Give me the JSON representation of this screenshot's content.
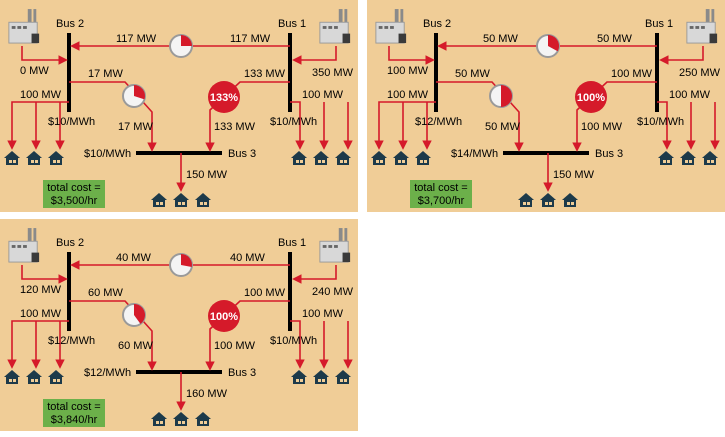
{
  "colors": {
    "panel": "#f0cd97",
    "line": "#d51a2a",
    "bus": "#000000",
    "cost_box": "#6cb04a",
    "meter_fill": "#d51a2a",
    "meter_ring": "#9a9a9a"
  },
  "icons": [
    "power-plant-icon",
    "house-icon",
    "meter-icon",
    "arrow-icon"
  ],
  "panels": [
    {
      "bus1": "Bus 1",
      "bus2": "Bus 2",
      "bus3": "Bus 3",
      "price1": "$10/MWh",
      "price2": "$10/MWh",
      "price3": "$10/MWh",
      "flow_21": "117 MW",
      "flow_12": "117 MW",
      "gen2": "0 MW",
      "gen1": "350 MW",
      "load2": "100 MW",
      "load1": "100 MW",
      "load3": "150 MW",
      "line23_top": "17 MW",
      "line23_bot": "17 MW",
      "line13_top": "133 MW",
      "line13_bot": "133 MW",
      "meter_label": "133%",
      "meter12_fill": 0.25,
      "meter23_fill": 0.3,
      "cost_l1": "total cost =",
      "cost_l2": "$3,500/hr"
    },
    {
      "bus1": "Bus 1",
      "bus2": "Bus 2",
      "bus3": "Bus 3",
      "price1": "$10/MWh",
      "price2": "$12/MWh",
      "price3": "$14/MWh",
      "flow_21": "50 MW",
      "flow_12": "50 MW",
      "gen2": "100 MW",
      "gen1": "250 MW",
      "load2": "100 MW",
      "load1": "100 MW",
      "load3": "150 MW",
      "line23_top": "50 MW",
      "line23_bot": "50 MW",
      "line13_top": "100 MW",
      "line13_bot": "100 MW",
      "meter_label": "100%",
      "meter12_fill": 0.33,
      "meter23_fill": 0.5,
      "cost_l1": "total cost =",
      "cost_l2": "$3,700/hr"
    },
    {
      "bus1": "Bus 1",
      "bus2": "Bus 2",
      "bus3": "Bus 3",
      "price1": "$10/MWh",
      "price2": "$12/MWh",
      "price3": "$12/MWh",
      "flow_21": "40 MW",
      "flow_12": "40 MW",
      "gen2": "120 MW",
      "gen1": "240 MW",
      "load2": "100 MW",
      "load1": "100 MW",
      "load3": "160 MW",
      "line23_top": "60 MW",
      "line23_bot": "60 MW",
      "line13_top": "100 MW",
      "line13_bot": "100 MW",
      "meter_label": "100%",
      "meter12_fill": 0.28,
      "meter23_fill": 0.4,
      "cost_l1": "total cost =",
      "cost_l2": "$3,840/hr"
    }
  ]
}
